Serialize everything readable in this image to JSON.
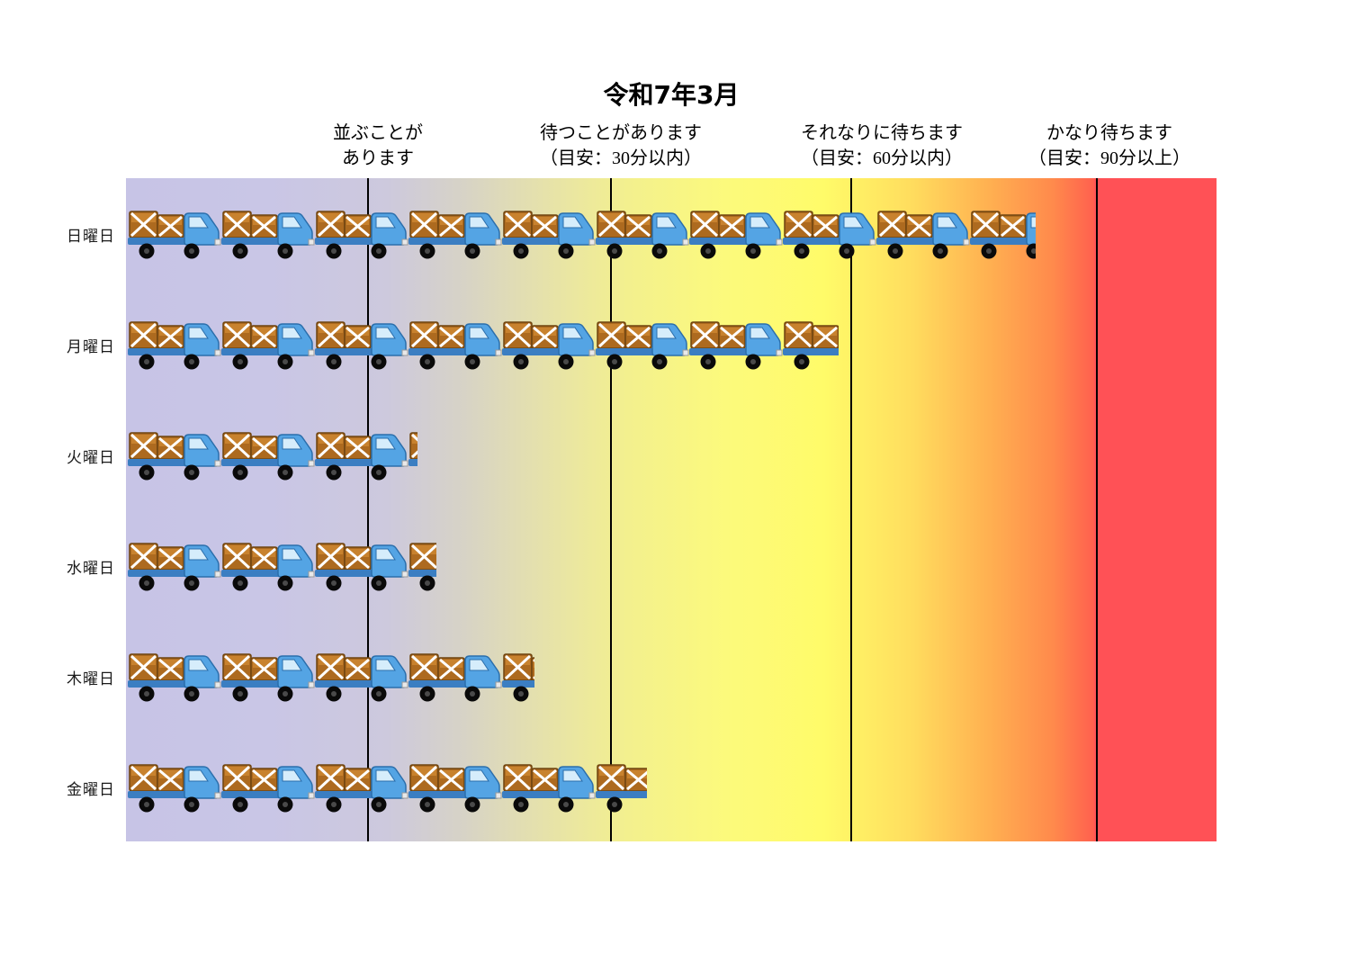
{
  "title": "令和7年3月",
  "zone_headers": [
    {
      "line1": "並ぶことが",
      "line2": "あります"
    },
    {
      "line1": "待つことがあります",
      "line2": "（目安：30分以内）"
    },
    {
      "line1": "それなりに待ちます",
      "line2": "（目安：60分以内）"
    },
    {
      "line1": "かなり待ちます",
      "line2": "（目安：90分以上）"
    }
  ],
  "chart_data": {
    "type": "bar",
    "subtype": "pictograph",
    "orientation": "horizontal",
    "title": "令和7年3月",
    "categories": [
      "日曜日",
      "月曜日",
      "火曜日",
      "水曜日",
      "木曜日",
      "金曜日"
    ],
    "values": [
      9.7,
      7.6,
      3.1,
      3.3,
      4.35,
      5.55
    ],
    "value_unit": "truck_icons",
    "pictogram": "truck-icon",
    "zones": [
      {
        "label": "並ぶことがあります"
      },
      {
        "label": "待つことがあります（目安：30分以内）"
      },
      {
        "label": "それなりに待ちます（目安：60分以内）"
      },
      {
        "label": "かなり待ちます（目安：90分以上）"
      }
    ],
    "grid": "vertical-threshold-lines",
    "legend": "none"
  },
  "colors": {
    "background": "#ffffff",
    "gradient_left": "#c7c4e6",
    "gradient_middle": "#fffb69",
    "gradient_right": "#ff5156",
    "threshold_line": "#000000",
    "truck_body": "#54a4e4",
    "truck_bed": "#3b7ec2",
    "truck_cargo": "#ad6a1f",
    "truck_window": "#d6edfb",
    "text": "#000000"
  }
}
